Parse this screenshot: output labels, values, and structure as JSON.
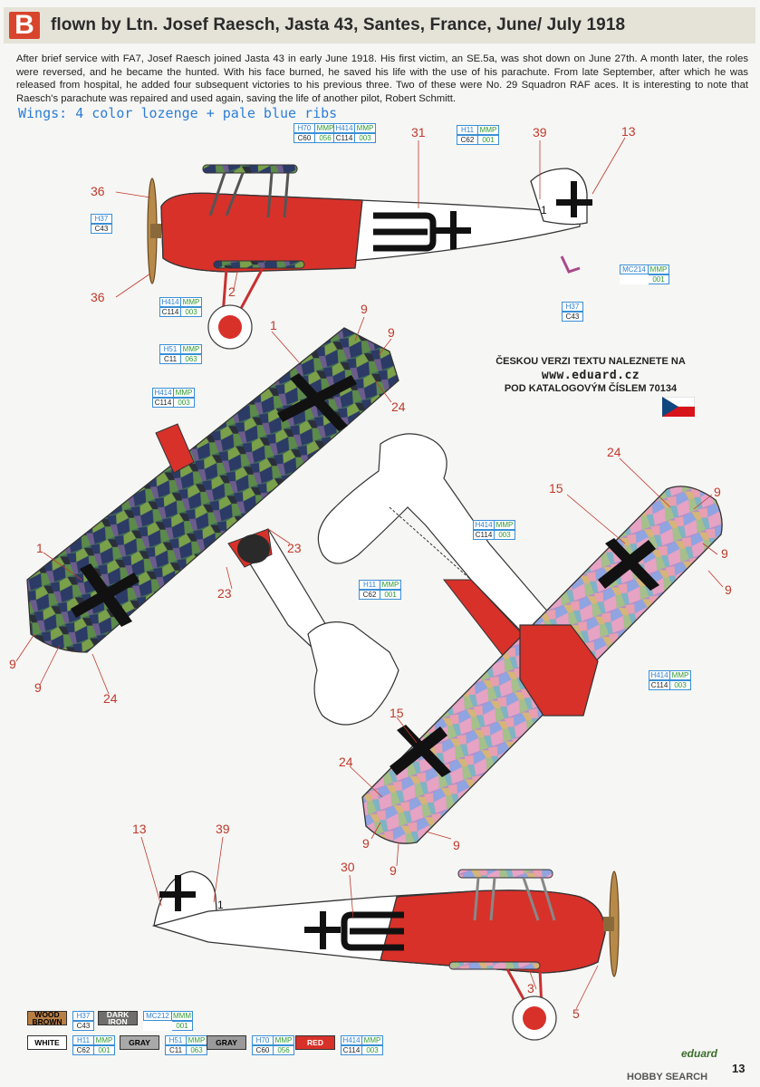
{
  "header": {
    "letter": "B",
    "title": "flown by Ltn.  Josef Raesch, Jasta 43, Santes, France, June/ July 1918"
  },
  "intro_text": "After brief service with FA7, Josef Raesch joined Jasta 43 in early June 1918. His first victim, an SE.5a, was shot down on June 27th. A month later, the roles were reversed, and he became the hunted. With his face burned, he saved his life with the use of his parachute. From late September, after which he was released from hospital, he added four subsequent victories to his previous three. Two of these were No. 29 Squadron RAF aces. It is interesting to note that Raesch's parachute was repaired and used again, saving the life of another pilot, Robert Schmitt.",
  "wings_label": "Wings: 4 color lozenge + pale blue ribs",
  "czech_note": {
    "line1": "ČESKOU VERZI TEXTU NALEZNETE NA",
    "line2": "www.eduard.cz",
    "line3": "POD KATALOGOVÝM ČÍSLEM 70134"
  },
  "callouts": {
    "top_view": [
      "36",
      "36",
      "2",
      "31",
      "39",
      "13"
    ],
    "left_wing": [
      "1",
      "9",
      "9",
      "24",
      "23",
      "23",
      "1",
      "9",
      "9",
      "24"
    ],
    "right_wing": [
      "24",
      "15",
      "9",
      "9",
      "9",
      "15",
      "24",
      "9",
      "9",
      "9"
    ],
    "bottom_view": [
      "13",
      "39",
      "30",
      "3",
      "5"
    ]
  },
  "fuselage_codes": {
    "top": "3+",
    "bottom": "+3"
  },
  "paint_refs": {
    "h70": {
      "c": "H70",
      "m": "MMP",
      "c2": "C60",
      "m2": "056"
    },
    "h414": {
      "c": "H414",
      "m": "MMP",
      "c2": "C114",
      "m2": "003"
    },
    "h11": {
      "c": "H11",
      "m": "MMP",
      "c2": "C62",
      "m2": "001"
    },
    "h37": {
      "c": "H37",
      "c2": "C43"
    },
    "mc214": {
      "c": "MC214",
      "m": "MMP",
      "m2": "001"
    },
    "h51": {
      "c": "H51",
      "m": "MMP",
      "c2": "C11",
      "m2": "063"
    }
  },
  "legend": [
    {
      "name": "WOOD BROWN",
      "c": "H37",
      "c2": "C43",
      "color": "#b87f45"
    },
    {
      "name": "DARK IRON",
      "c": "MC212",
      "m": "MMM",
      "m2": "001",
      "color": "#6f6e6c"
    },
    {
      "name": "WHITE",
      "c": "H11",
      "m": "MMP",
      "c2": "C62",
      "m2": "001",
      "color": "#ffffff"
    },
    {
      "name": "GRAY",
      "c": "H51",
      "m": "MMP",
      "c2": "C11",
      "m2": "063",
      "color": "#a9a9a9"
    },
    {
      "name": "GRAY",
      "c": "H70",
      "m": "MMP",
      "c2": "C60",
      "m2": "056",
      "color": "#9a9a9a"
    },
    {
      "name": "RED",
      "c": "H414",
      "m": "MMP",
      "c2": "C114",
      "m2": "003",
      "color": "#d8312a"
    }
  ],
  "footer": {
    "brand": "eduard",
    "page": "13",
    "watermark": "HOBBY SEARCH"
  },
  "colors": {
    "red": "#d8312a",
    "callout": "#c0392b",
    "blue_text": "#2d7ed8"
  }
}
